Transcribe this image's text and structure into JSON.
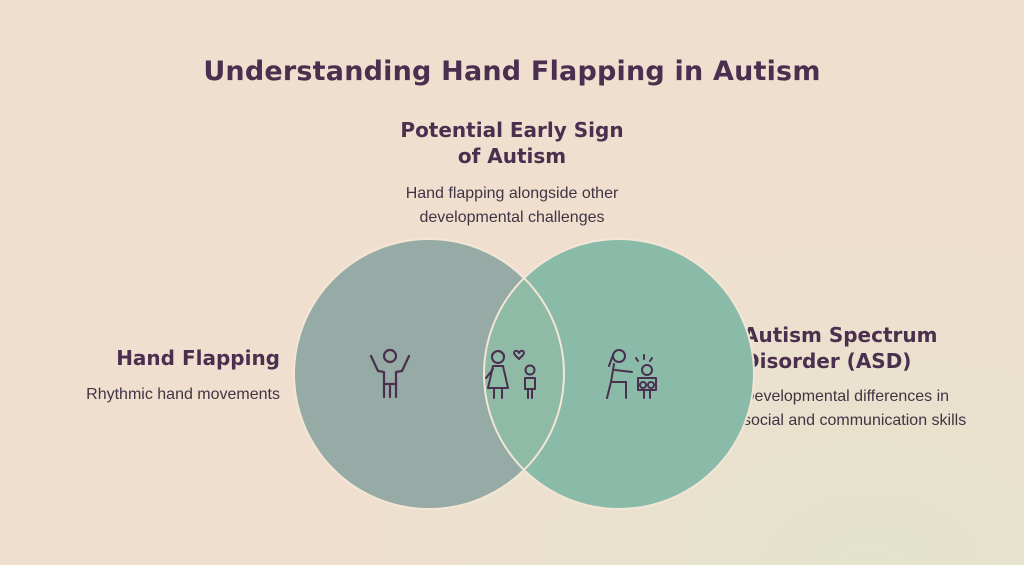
{
  "title": "Understanding Hand Flapping in Autism",
  "sets": {
    "left": {
      "heading": "Hand Flapping",
      "description": "Rhythmic hand movements",
      "icon": "child-arms-raised-icon",
      "color": "#96aaa6"
    },
    "right": {
      "heading_line1": "Autism Spectrum",
      "heading_line2": "Disorder (ASD)",
      "description_line1": "Developmental differences in",
      "description_line2": "social and communication skills",
      "icon": "caregiver-with-child-icon",
      "color": "#8abba8"
    },
    "overlap": {
      "heading_line1": "Potential Early Sign",
      "heading_line2": "of Autism",
      "description_line1": "Hand flapping alongside other",
      "description_line2": "developmental challenges",
      "icon": "parent-child-heart-icon",
      "color": "#8fbba6"
    }
  },
  "colors": {
    "background": "#f0dfcf",
    "title": "#4b2f4f",
    "icon_stroke": "#4b2f4f",
    "circle_outline": "#f3e6d6"
  }
}
